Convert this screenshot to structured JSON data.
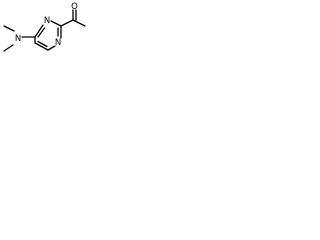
{
  "molecule": {
    "atoms": {
      "dimethylamino_nitrogen": "N",
      "ring_nitrogen_top": "N",
      "ring_nitrogen_bottom": "N",
      "carbonyl_oxygen": "O"
    }
  },
  "colors": {
    "bond": "#000000",
    "label": "#000000",
    "background": "#ffffff"
  }
}
